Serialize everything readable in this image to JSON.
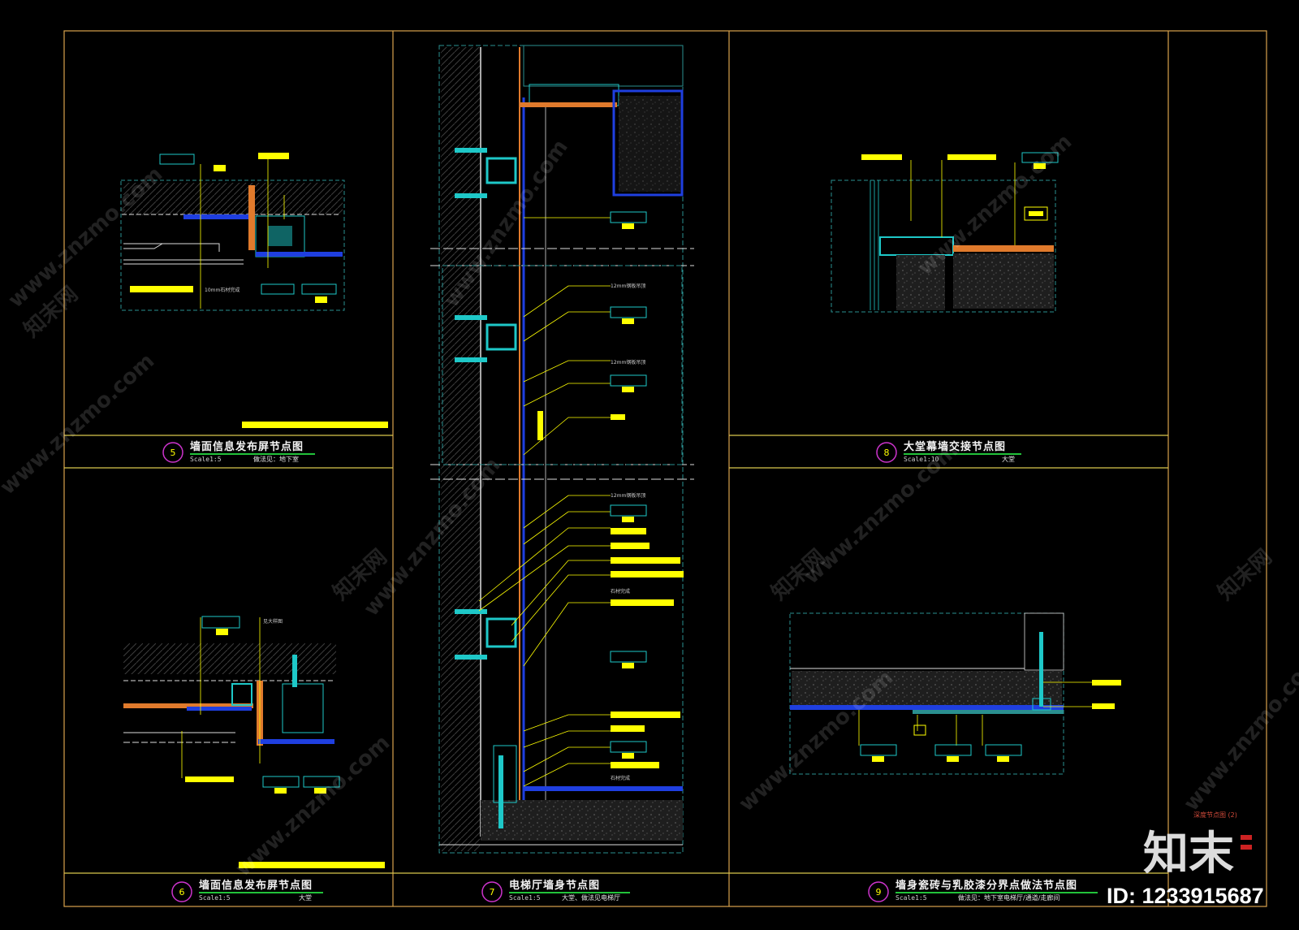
{
  "sheet": {
    "details": [
      {
        "id": "top-left",
        "title": "墙面信息发布屏节点图",
        "scale": "Scale1:5",
        "note": "做法见：地下室",
        "symbol": "5"
      },
      {
        "id": "bottom-left",
        "title": "墙面信息发布屏节点图",
        "scale": "Scale1:5",
        "note": "大堂",
        "symbol": "6"
      },
      {
        "id": "middle",
        "title": "电梯厅墙身节点图",
        "scale": "Scale1:5",
        "note": "大堂、做法见电梯厅",
        "symbol": "7"
      },
      {
        "id": "top-right",
        "title": "大堂幕墙交接节点图",
        "scale": "Scale1:10",
        "note": "大堂",
        "symbol": "8"
      },
      {
        "id": "bottom-right",
        "title": "墙身瓷砖与乳胶漆分界点做法节点图",
        "scale": "Scale1:5",
        "note": "做法见：地下室电梯厅/通道/走廊间",
        "symbol": "9"
      }
    ],
    "middle_callouts": [
      "12mm钢板吊顶",
      "12mm钢板吊顶",
      "12mm钢板吊顶",
      "石材完成",
      "石材完成"
    ],
    "small_callout": "10mm石材完成",
    "tag_texts": [
      "见大样图"
    ],
    "stamp": "深度节点图 (2)",
    "watermark_site": "www.znzmo.com",
    "watermark_brand": "知末网",
    "logo": "知末",
    "image_id": "ID: 1233915687",
    "colors": {
      "frame": "#d9a24c",
      "orange": "#e07a2c",
      "yellow": "#ffff00",
      "cyan": "#1ec8c8",
      "teal": "#2a8f8f",
      "blue": "#1f3fe0",
      "green": "#22c23a",
      "magenta": "#cc33cc",
      "red": "#cc2222"
    }
  }
}
